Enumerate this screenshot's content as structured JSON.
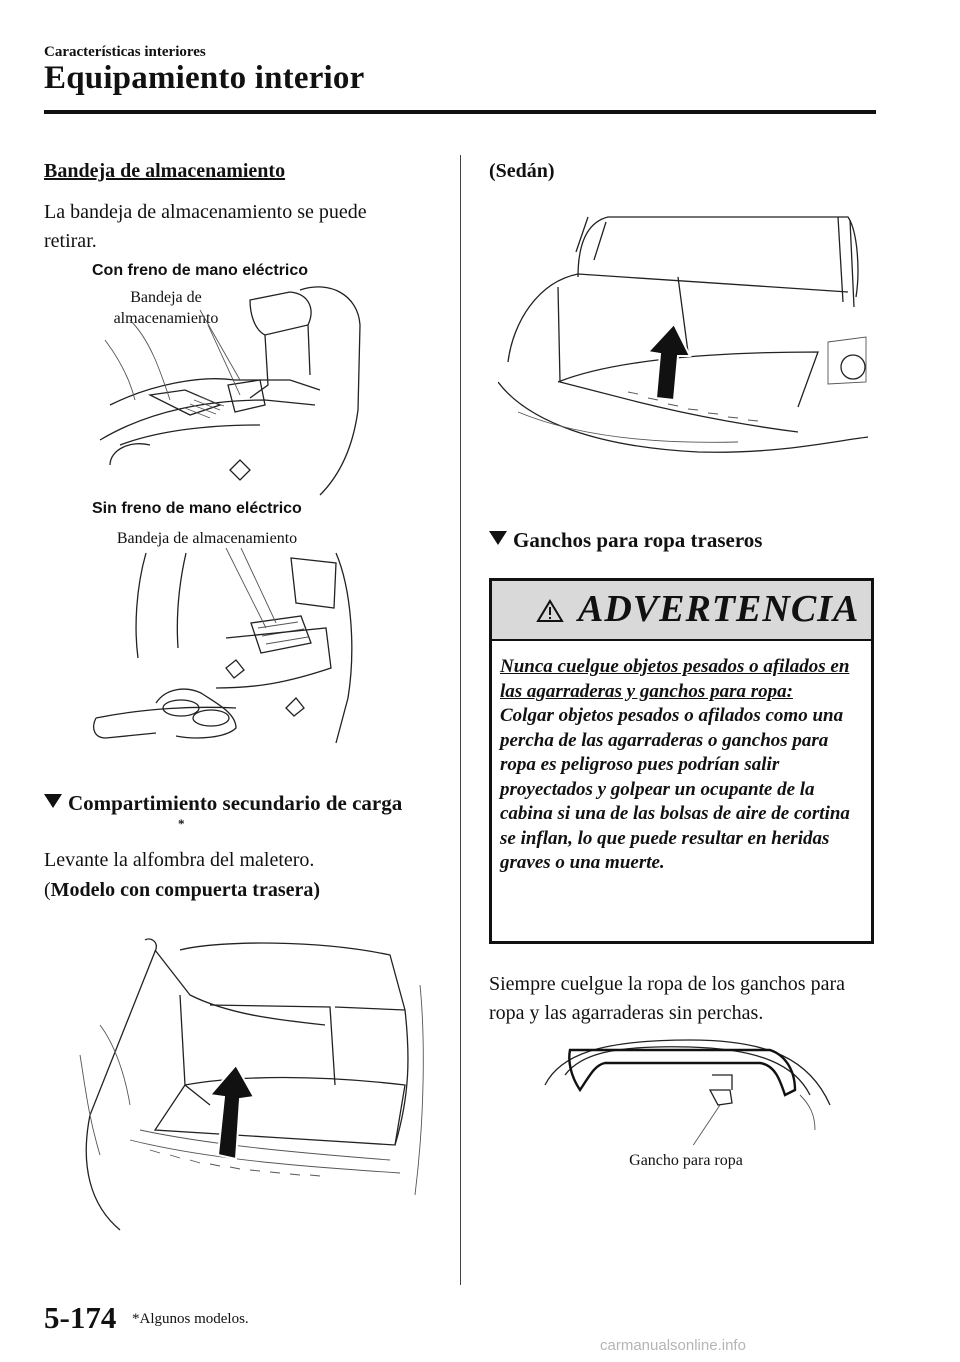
{
  "header": {
    "section": "Características interiores",
    "title": "Equipamiento interior"
  },
  "left": {
    "tray_heading": "Bandeja de almacenamiento",
    "tray_text": "La bandeja de almacenamiento se puede retirar.",
    "electric_label": "Con freno de mano eléctrico",
    "electric_callout": "Bandeja de almacenamiento",
    "manual_label": "Sin freno de mano eléctrico",
    "manual_callout": "Bandeja de almacenamiento",
    "cargo_heading": "Compartimiento secundario de carga",
    "cargo_asterisk": "*",
    "cargo_text": "Levante la alfombra del maletero.",
    "hatch_open": "(",
    "hatch_label": "Modelo con compuerta trasera)"
  },
  "right": {
    "sedan_label": "(Sedán)",
    "hooks_heading": "Ganchos para ropa traseros",
    "warning": {
      "icon": "warning-triangle-icon",
      "title": "ADVERTENCIA",
      "lead": "Nunca cuelgue objetos pesados o afilados en las agarraderas y ganchos para ropa:",
      "body": "Colgar objetos pesados o afilados como una percha de las agarraderas o ganchos para ropa es peligroso pues podrían salir proyectados y golpear un ocupante de la cabina si una de las bolsas de aire de cortina se inflan, lo que puede resultar en heridas graves o una muerte."
    },
    "hooks_text": "Siempre cuelgue la ropa de los ganchos para ropa y las agarraderas sin perchas.",
    "hook_callout": "Gancho para ropa"
  },
  "footer": {
    "page_number": "5-174",
    "footnote": "*Algunos modelos.",
    "watermark": "carmanualsonline.info"
  }
}
